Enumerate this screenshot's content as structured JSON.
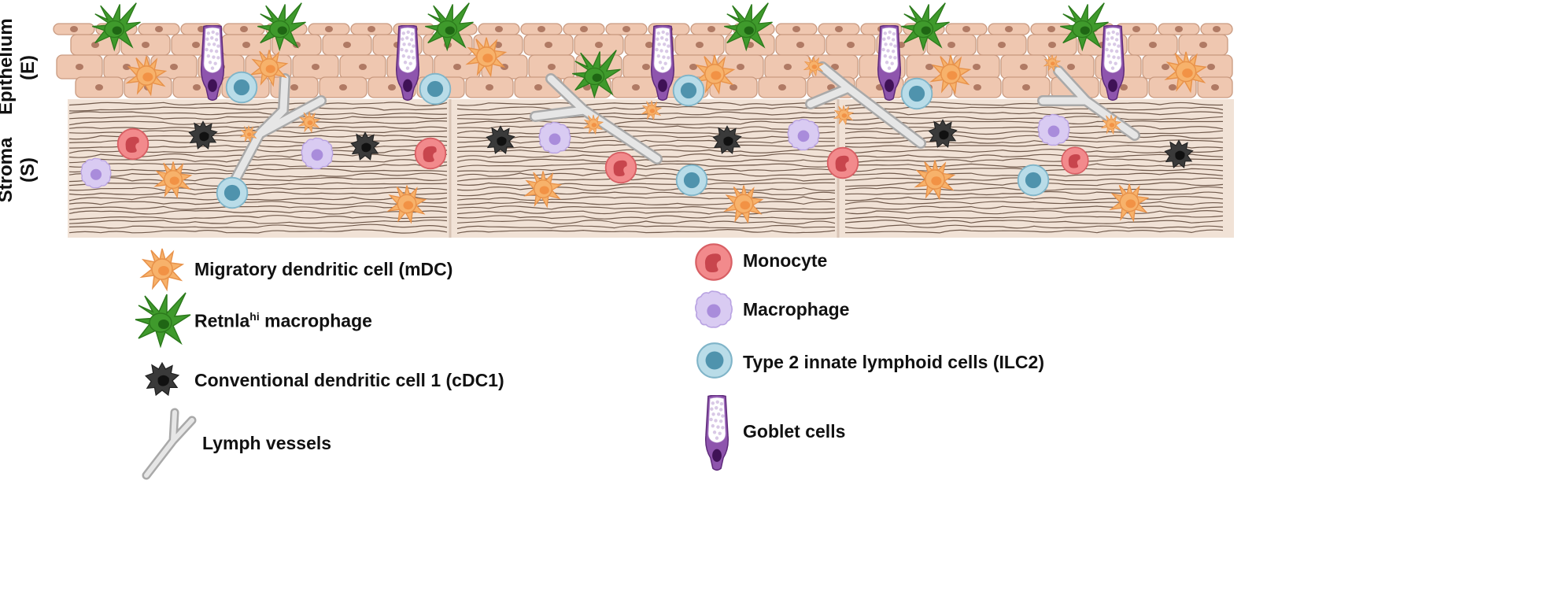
{
  "regions": {
    "epithelium_label": "Epithelium",
    "epithelium_abbr": "(E)",
    "stroma_label": "Stroma",
    "stroma_abbr": "(S)"
  },
  "legend": {
    "mdc": "Migratory dendritic cell (mDC)",
    "retnla_prefix": "Retnla",
    "retnla_sup": "hi",
    "retnla_suffix": " macrophage",
    "cdc1": "Conventional dendritic cell 1 (cDC1)",
    "lymph": "Lymph vessels",
    "monocyte": "Monocyte",
    "macrophage": "Macrophage",
    "ilc2": "Type 2 innate lymphoid cells (ILC2)",
    "goblet": "Goblet cells"
  },
  "colors": {
    "epithelial_cell": "#efc7b0",
    "stroma_bg": "#f1e2d6",
    "fiber": "#5b4334",
    "mdc": "#f7b26b",
    "retnla_macrophage": "#3f9a2c",
    "cdc1": "#3a3a3a",
    "monocyte": "#e8646a",
    "macrophage": "#c9b6ea",
    "ilc2": "#8fc3d6",
    "goblet": "#7a3f9a",
    "lymph": "#c9c9c9"
  }
}
